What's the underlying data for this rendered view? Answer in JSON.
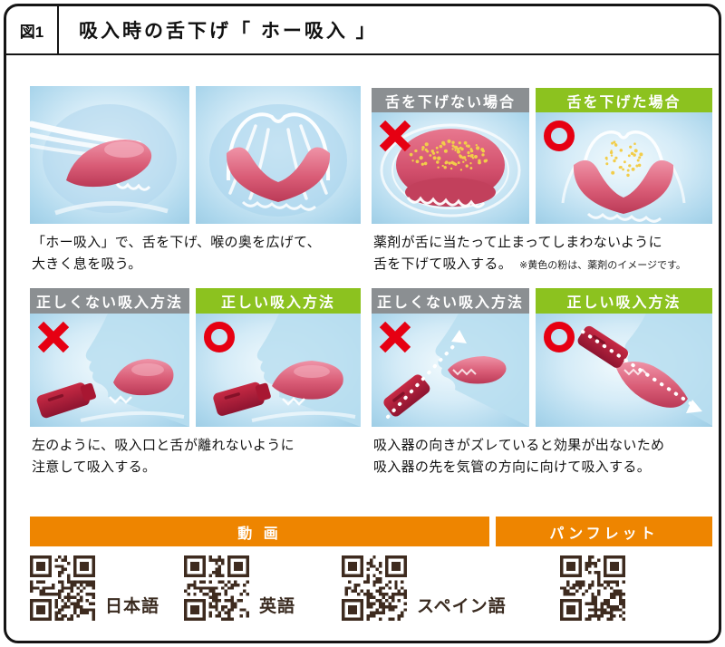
{
  "header": {
    "figure_label": "図1",
    "title": "吸入時の舌下げ「 ホー吸入 」"
  },
  "sections": {
    "top_left": {
      "caption_line1": "「ホー吸入」で、舌を下げ、喉の奥を広げて、",
      "caption_line2": "大きく息を吸う。"
    },
    "top_right": {
      "bad_header": "舌を下げない場合",
      "good_header": "舌を下げた場合",
      "caption_line1": "薬剤が舌に当たって止まってしまわないように",
      "caption_line2": "舌を下げて吸入する。",
      "note": "※黄色の粉は、薬剤のイメージです。"
    },
    "bottom_left": {
      "bad_header": "正しくない吸入方法",
      "good_header": "正しい吸入方法",
      "caption_line1": "左のように、吸入口と舌が離れないように",
      "caption_line2": "注意して吸入する。"
    },
    "bottom_right": {
      "bad_header": "正しくない吸入方法",
      "good_header": "正しい吸入方法",
      "caption_line1": "吸入器の向きがズレていると効果が出ないため",
      "caption_line2": "吸入器の先を気管の方向に向けて吸入する。"
    }
  },
  "footer": {
    "video_label": "動 画",
    "pamphlet_label": "パンフレット",
    "qr_labels": [
      "日本語",
      "英語",
      "スペイン語"
    ]
  },
  "colors": {
    "bad_header_bg": "#8b8f92",
    "good_header_bg": "#8cc21f",
    "accent_orange": "#ee8500",
    "mark_red": "#e60012",
    "qr_dark": "#3e2b1f",
    "powder_yellow": "#f2cd4a"
  }
}
